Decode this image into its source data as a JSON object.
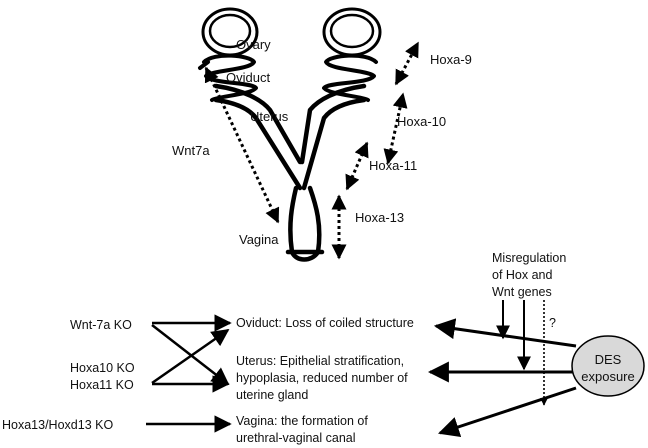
{
  "anatomy": {
    "ovary": "Ovary",
    "oviduct": "Oviduct",
    "uterus": "Uterus",
    "vagina": "Vagina"
  },
  "genes": {
    "wnt7a": "Wnt7a",
    "hoxa9": "Hoxa-9",
    "hoxa10": "Hoxa-10",
    "hoxa11": "Hoxa-11",
    "hoxa13": "Hoxa-13"
  },
  "knockouts": {
    "wnt7a_ko": "Wnt-7a KO",
    "hoxa10_ko": "Hoxa10 KO",
    "hoxa11_ko": "Hoxa11 KO",
    "hoxa13_hoxd13_ko": "Hoxa13/Hoxd13 KO"
  },
  "phenotypes": {
    "oviduct": "Oviduct: Loss of coiled structure",
    "uterus_line1": "Uterus: Epithelial stratification,",
    "uterus_line2": "hypoplasia, reduced number of",
    "uterus_line3": "uterine gland",
    "vagina_line1": "Vagina: the formation of",
    "vagina_line2": "urethral-vaginal canal"
  },
  "misregulation": {
    "line1": "Misregulation",
    "line2": "of Hox and",
    "line3": "Wnt genes",
    "question_mark": "?"
  },
  "des": {
    "line1": "DES",
    "line2": "exposure"
  },
  "colors": {
    "ink": "#000000",
    "des_fill": "#d9d9d9"
  }
}
